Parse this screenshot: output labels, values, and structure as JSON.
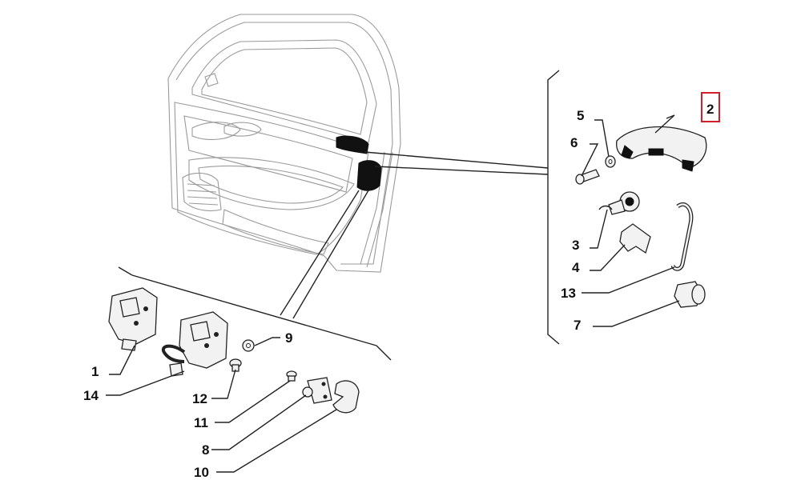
{
  "diagram": {
    "labels": {
      "p1": "1",
      "p2": "2",
      "p3": "3",
      "p4": "4",
      "p5": "5",
      "p6": "6",
      "p7": "7",
      "p8": "8",
      "p9": "9",
      "p10": "10",
      "p11": "11",
      "p12": "12",
      "p13": "13",
      "p14": "14"
    },
    "highlighted_part": "2",
    "colors": {
      "highlight_box": "#d0202a",
      "line": "#222222",
      "door_outline": "#9a9a9a"
    }
  }
}
